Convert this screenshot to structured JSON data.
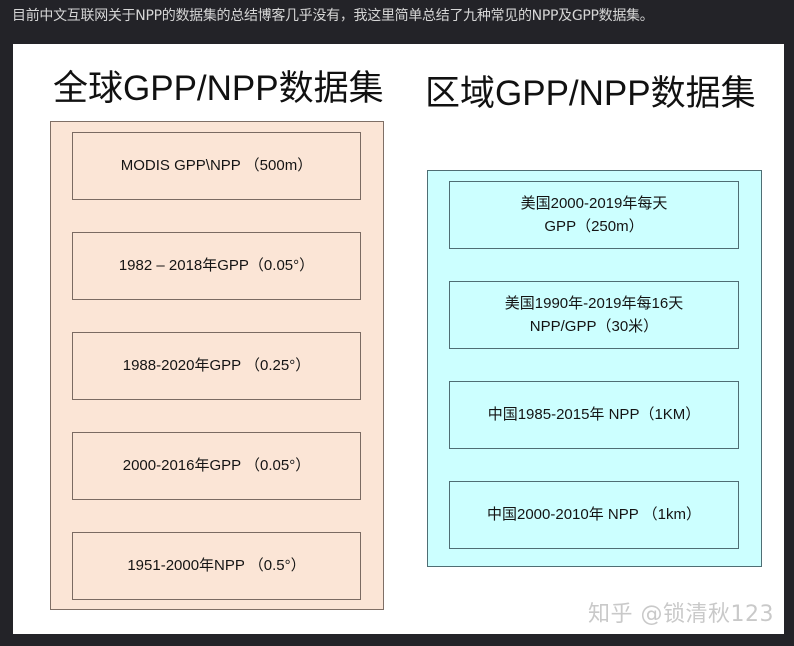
{
  "intro_text": "目前中文互联网关于NPP的数据集的总结博客几乎没有，我这里简单总结了九种常见的NPP及GPP数据集。",
  "diagram": {
    "global": {
      "title": "全球GPP/NPP数据集",
      "fill_color": "#fbe5d6",
      "items": [
        "MODIS GPP\\NPP （500m）",
        "1982 – 2018年GPP（0.05°）",
        "1988-2020年GPP （0.25°）",
        "2000-2016年GPP （0.05°）",
        "1951-2000年NPP （0.5°）"
      ]
    },
    "regional": {
      "title": "区域GPP/NPP数据集",
      "fill_color": "#ccffff",
      "items": [
        "美国2000-2019年每天\nGPP（250m）",
        "美国1990年-2019年每16天\nNPP/GPP（30米）",
        "中国1985-2015年 NPP（1KM）",
        "中国2000-2010年 NPP （1km）"
      ]
    }
  },
  "watermark": "知乎 @锁清秋123"
}
